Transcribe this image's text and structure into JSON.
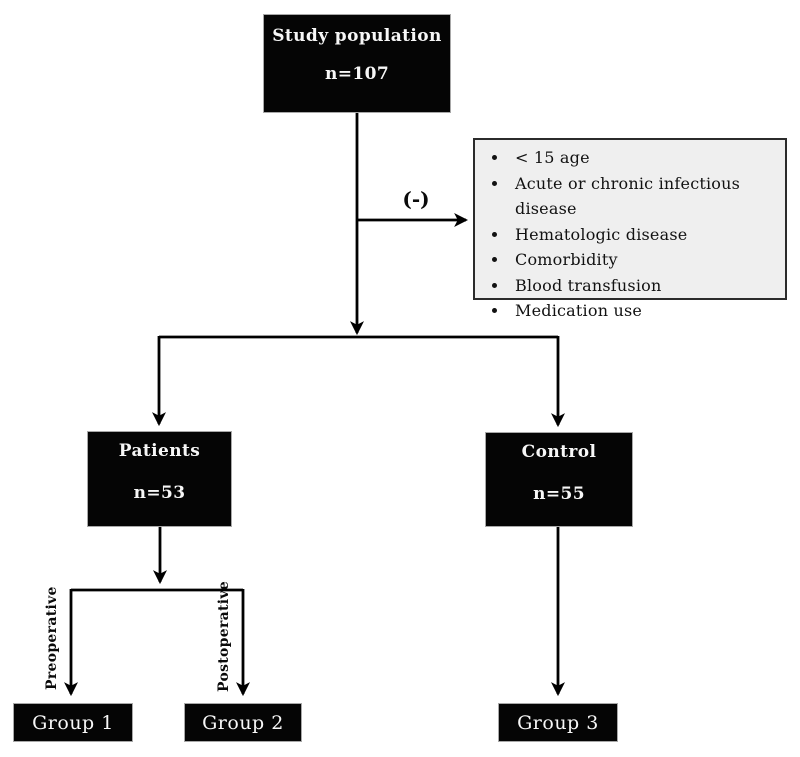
{
  "diagram": {
    "study": {
      "title": "Study population",
      "n": "n=107"
    },
    "exclusion": {
      "arrow_label": "(-)",
      "items": [
        "< 15 age",
        "Acute or chronic infectious disease",
        "Hematologic disease",
        "Comorbidity",
        "Blood transfusion",
        "Medication use"
      ]
    },
    "patients": {
      "title": "Patients",
      "n": "n=53"
    },
    "control": {
      "title": "Control",
      "n": "n=55"
    },
    "branch_labels": {
      "preoperative": "Preoperative",
      "postoperative": "Postoperative"
    },
    "groups": {
      "group1": "Group 1",
      "group2": "Group 2",
      "group3": "Group 3"
    },
    "colors": {
      "node_background": "#050505",
      "node_text": "#f7f7f7",
      "exclusion_background": "#efefef",
      "line": "#000000"
    }
  }
}
